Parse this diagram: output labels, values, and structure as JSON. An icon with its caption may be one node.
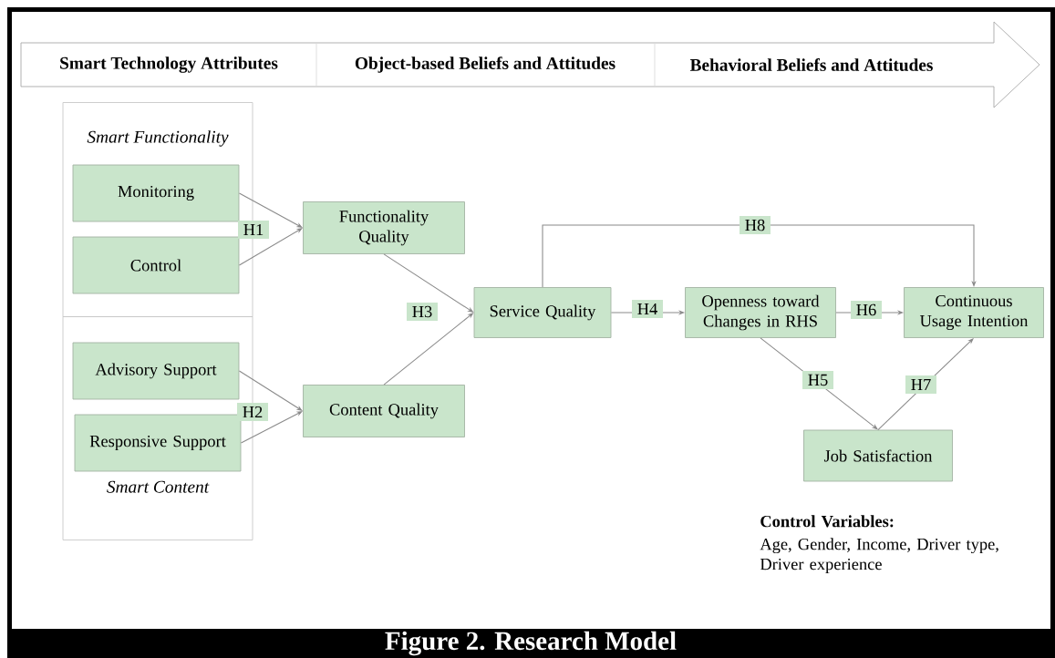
{
  "diagram": {
    "caption": "Figure 2. Research Model",
    "nodes": [
      {
        "text": [
          "Smart Technology Attributes"
        ]
      },
      {
        "text": [
          "Object-based Beliefs and Attitudes"
        ]
      },
      {
        "text": [
          "Behavioral Beliefs and Attitudes"
        ]
      },
      {
        "text": [
          "Smart Functionality"
        ]
      },
      {
        "text": [
          "Monitoring"
        ],
        "in": 3
      },
      {
        "text": [
          "Control"
        ],
        "in": 3
      },
      {
        "text": [
          "Smart Content"
        ]
      },
      {
        "text": [
          "Advisory Support"
        ],
        "in": 6
      },
      {
        "text": [
          "Responsive Support"
        ],
        "in": 6
      },
      {
        "text": [
          "Functionality Quality"
        ]
      },
      {
        "text": [
          "Content Quality"
        ]
      },
      {
        "text": [
          "Service Quality"
        ]
      },
      {
        "text": [
          "Openness toward Changes in RHS"
        ]
      },
      {
        "text": [
          "Continuous Usage Intention"
        ]
      },
      {
        "text": [
          "Job Satisfaction"
        ]
      }
    ],
    "edges": [
      {
        "from": 4,
        "to": 9,
        "arrow": "to",
        "label": "H1"
      },
      {
        "from": 5,
        "to": 9,
        "arrow": "to"
      },
      {
        "from": 7,
        "to": 10,
        "arrow": "to",
        "label": "H2"
      },
      {
        "from": 8,
        "to": 10,
        "arrow": "to"
      },
      {
        "from": 9,
        "to": 11,
        "arrow": "to",
        "label": "H3"
      },
      {
        "from": 10,
        "to": 11,
        "arrow": "to"
      },
      {
        "from": 11,
        "to": 12,
        "arrow": "to",
        "label": "H4"
      },
      {
        "from": 12,
        "to": 14,
        "arrow": "to",
        "label": "H5"
      },
      {
        "from": 12,
        "to": 13,
        "arrow": "to",
        "label": "H6"
      },
      {
        "from": 14,
        "to": 13,
        "arrow": "to",
        "label": "H7"
      },
      {
        "from": 11,
        "to": 13,
        "arrow": "to",
        "label": "H8"
      }
    ],
    "labels": [
      "Control Variables:",
      "Age, Gender, Income, Driver type, Driver experience"
    ]
  }
}
